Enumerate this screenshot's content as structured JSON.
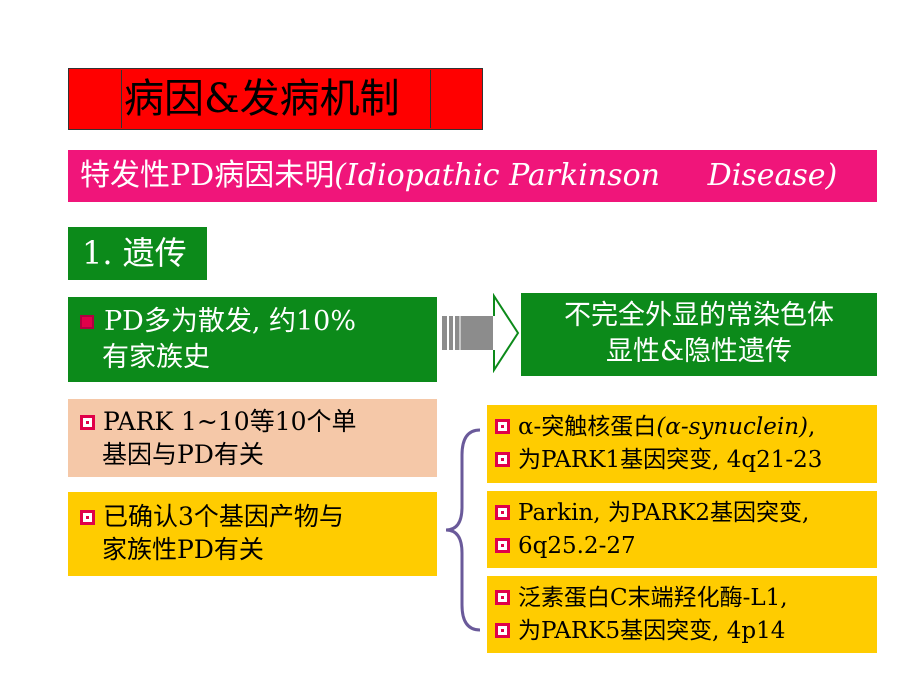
{
  "title": "病因&发病机制",
  "banner": {
    "text_cn": "特发性PD病因未明",
    "text_en": "(Idiopathic Parkinson     Disease)"
  },
  "section": "1. 遗传",
  "green_left": {
    "line1": "PD多为散发, 约10%",
    "line2": "有家族史"
  },
  "green_right": {
    "line1": "不完全外显的常染色体",
    "line2": "显性&隐性遗传"
  },
  "peach": {
    "line1": "PARK 1~10等10个单",
    "line2": "基因与PD有关"
  },
  "yellow_left": {
    "line1": "已确认3个基因产物与",
    "line2": "家族性PD有关"
  },
  "gene_boxes": [
    {
      "line1_a": "α-突触核蛋白",
      "line1_b": "(α-synuclein)",
      "line1_c": ",",
      "line2": "为PARK1基因突变, 4q21-23"
    },
    {
      "line1": "Parkin, 为PARK2基因突变,",
      "line2": "6q25.2-27"
    },
    {
      "line1": "泛素蛋白C末端羟化酶-L1,",
      "line2": "为PARK5基因突变, 4p14"
    }
  ],
  "colors": {
    "title_bg": "#ff0000",
    "banner_bg": "#f0157a",
    "green": "#0c8a1a",
    "peach": "#f5c8a8",
    "yellow": "#ffcc00",
    "bullet": "#e0004a",
    "brace": "#6a5a9a"
  },
  "icons": [
    "square-bullet-icon",
    "right-arrow-icon",
    "curly-brace-icon"
  ]
}
